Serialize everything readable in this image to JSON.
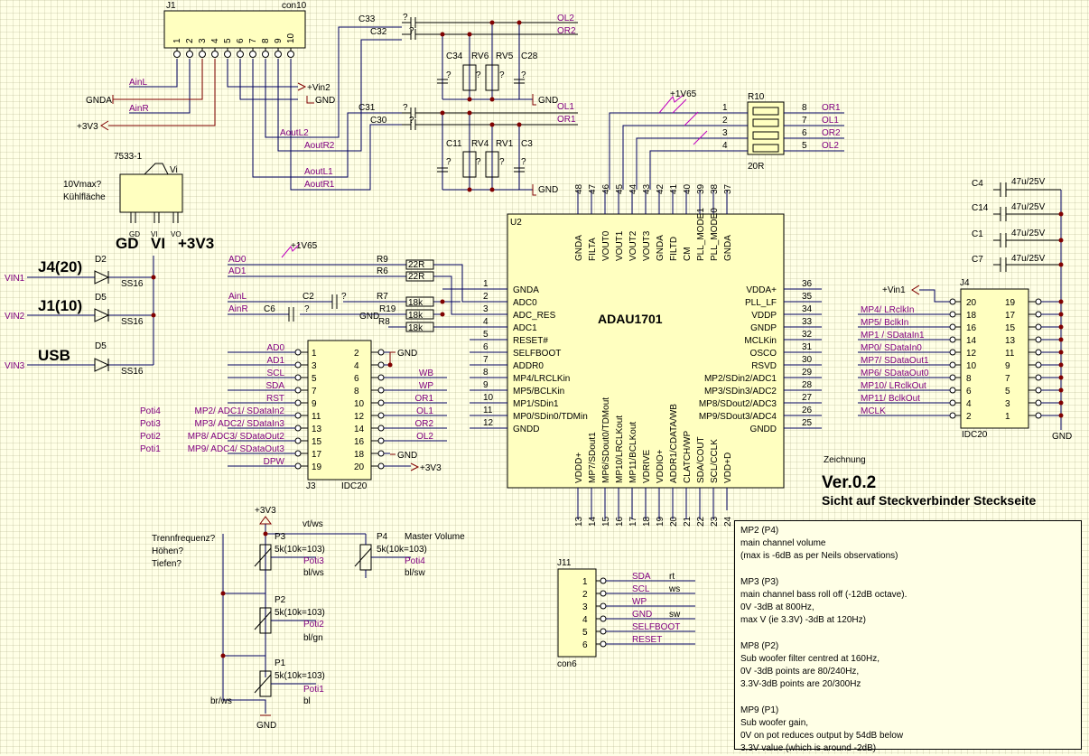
{
  "title": "Sicht auf Steckverbinder Steckseite",
  "version": "Ver.0.2",
  "drawing_label": "Zeichnung",
  "u2": {
    "ref": "U2",
    "name": "ADAU1701",
    "left_pins": [
      {
        "n": "1",
        "name": "GNDA"
      },
      {
        "n": "2",
        "name": "ADC0"
      },
      {
        "n": "3",
        "name": "ADC_RES"
      },
      {
        "n": "4",
        "name": "ADC1"
      },
      {
        "n": "5",
        "name": "RESET#"
      },
      {
        "n": "6",
        "name": "SELFBOOT"
      },
      {
        "n": "7",
        "name": "ADDR0"
      },
      {
        "n": "8",
        "name": "MP4/LRCLKin"
      },
      {
        "n": "9",
        "name": "MP5/BCLKin"
      },
      {
        "n": "10",
        "name": "MP1/SDin1"
      },
      {
        "n": "11",
        "name": "MP0/SDin0/TDMin"
      },
      {
        "n": "12",
        "name": "GNDD"
      }
    ],
    "right_pins": [
      {
        "n": "36",
        "name": "VDDA+"
      },
      {
        "n": "35",
        "name": "PLL_LF"
      },
      {
        "n": "34",
        "name": "VDDP"
      },
      {
        "n": "33",
        "name": "GNDP"
      },
      {
        "n": "32",
        "name": "MCLKin"
      },
      {
        "n": "31",
        "name": "OSCO"
      },
      {
        "n": "30",
        "name": "RSVD"
      },
      {
        "n": "29",
        "name": "MP2/SDin2/ADC1"
      },
      {
        "n": "28",
        "name": "MP3/SDin3/ADC2"
      },
      {
        "n": "27",
        "name": "MP8/SDout2/ADC3"
      },
      {
        "n": "26",
        "name": "MP9/SDout3/ADC4"
      },
      {
        "n": "25",
        "name": "GNDD"
      }
    ],
    "top_pins": [
      {
        "n": "48",
        "name": "GNDA"
      },
      {
        "n": "47",
        "name": "FILTA"
      },
      {
        "n": "46",
        "name": "VOUT0"
      },
      {
        "n": "45",
        "name": "VOUT1"
      },
      {
        "n": "44",
        "name": "VOUT2"
      },
      {
        "n": "43",
        "name": "VOUT3"
      },
      {
        "n": "42",
        "name": "GNDA"
      },
      {
        "n": "41",
        "name": "FILTD"
      },
      {
        "n": "40",
        "name": "CM"
      },
      {
        "n": "39",
        "name": "PLL_MODE1"
      },
      {
        "n": "38",
        "name": "PLL_MODE0"
      },
      {
        "n": "37",
        "name": "GNDA"
      }
    ],
    "bottom_pins": [
      {
        "n": "13",
        "name": "VDDD+"
      },
      {
        "n": "14",
        "name": "MP7/SDout1"
      },
      {
        "n": "15",
        "name": "MP6/SDout0/TDMout"
      },
      {
        "n": "16",
        "name": "MP10/LRCLKout"
      },
      {
        "n": "17",
        "name": "MP11/BCLKout"
      },
      {
        "n": "18",
        "name": "VDRIVE"
      },
      {
        "n": "19",
        "name": "VDDIO+"
      },
      {
        "n": "20",
        "name": "ADDR1/CDATA/WB"
      },
      {
        "n": "21",
        "name": "CLATCH/WP"
      },
      {
        "n": "22",
        "name": "SDA/COUT"
      },
      {
        "n": "23",
        "name": "SCL/CCLK"
      },
      {
        "n": "24",
        "name": "VDD+D"
      }
    ]
  },
  "j1": {
    "ref": "J1",
    "part": "con10",
    "pins": [
      "1",
      "2",
      "3",
      "4",
      "5",
      "6",
      "7",
      "8",
      "9",
      "10"
    ],
    "nets": [
      "AinL",
      "AinR",
      "AoutL2",
      "AoutR2",
      "AoutL1",
      "AoutR1"
    ]
  },
  "j4": {
    "ref": "J4",
    "part": "IDC20",
    "left_nums": [
      "20",
      "18",
      "16",
      "14",
      "12",
      "10",
      "8",
      "6",
      "4",
      "2"
    ],
    "right_nums": [
      "19",
      "17",
      "15",
      "13",
      "11",
      "9",
      "7",
      "5",
      "3",
      "1"
    ],
    "labels": [
      "MP4/ LRclkIn",
      "MP5/ BclkIn",
      "MP1 / SDataIn1",
      "MP0/ SDataIn0",
      "MP7/ SDataOut1",
      "MP6/ SDataOut0",
      "MP10/ LRclkOut",
      "MP11/ BclkOut",
      "MCLK"
    ]
  },
  "j3": {
    "ref": "J3",
    "part": "IDC20",
    "left_nums": [
      "1",
      "3",
      "5",
      "7",
      "9",
      "11",
      "13",
      "15",
      "17",
      "19"
    ],
    "right_nums": [
      "2",
      "4",
      "6",
      "8",
      "10",
      "12",
      "14",
      "16",
      "18",
      "20"
    ],
    "left_labels": [
      "AD0",
      "AD1",
      "SCL",
      "SDA",
      "RST",
      "MP2/ ADC1/ SDataIn2",
      "MP3/ ADC2/ SDataIn3",
      "MP8/ ADC3/ SDataOut2",
      "MP9/ ADC4/ SDataOut3",
      "DPW"
    ],
    "poti_labels": [
      "Poti4",
      "Poti3",
      "Poti2",
      "Poti1"
    ],
    "right_labels": [
      "WB",
      "WP",
      "OR1",
      "OL1",
      "OR2",
      "OL2"
    ]
  },
  "j11": {
    "ref": "J11",
    "part": "con6",
    "pins": [
      "1",
      "2",
      "3",
      "4",
      "5",
      "6"
    ],
    "labels": [
      "SDA",
      "SCL",
      "WP",
      "GND",
      "SELFBOOT",
      "RESET"
    ],
    "colors": [
      "rt",
      "ws",
      "",
      "sw",
      "",
      ""
    ]
  },
  "r10": {
    "ref": "R10",
    "value": "20R",
    "left": [
      "1",
      "2",
      "3",
      "4"
    ],
    "right": [
      "8",
      "7",
      "6",
      "5"
    ],
    "nets": [
      "OR1",
      "OL1",
      "OR2",
      "OL2"
    ]
  },
  "caps_top": [
    "C33",
    "C32",
    "C34",
    "RV6",
    "RV5",
    "C28"
  ],
  "caps_mid": [
    "C31",
    "C30",
    "C11",
    "RV4",
    "RV1",
    "C3"
  ],
  "caps_right": [
    "C4",
    "C14",
    "C1",
    "C7"
  ],
  "cap_value": "47u/25V",
  "q": "?",
  "outs_top": [
    "OL2",
    "OR2",
    "OL1",
    "OR1"
  ],
  "resistors": {
    "r9": "R9",
    "r6": "R6",
    "v22": "22R",
    "r7": "R7",
    "r19": "R19",
    "r8": "R8",
    "v18": "18k",
    "c2": "C2",
    "c6": "C6"
  },
  "nets": {
    "ad0": "AD0",
    "ad1": "AD1",
    "ainl": "AinL",
    "ainr": "AinR",
    "gnda": "GNDA",
    "gnd": "GND",
    "v33": "+3V3",
    "vin2": "+Vin2",
    "vin1": "+Vin1",
    "v165": "+1V65"
  },
  "regulator": {
    "part": "7533-1",
    "vi": "Vi",
    "note1": "10Vmax?",
    "note2": "Kühlfläche",
    "gd": "GD",
    "vi2": "VI",
    "vo": "VO",
    "big_gd": "GD",
    "big_vi": "VI",
    "big_v33": "+3V3"
  },
  "diodes": [
    {
      "ref": "D2",
      "val": "SS16",
      "net": "VIN1",
      "label": "J4(20)"
    },
    {
      "ref": "D5",
      "val": "SS16",
      "net": "VIN2",
      "label": "J1(10)"
    },
    {
      "ref": "D5",
      "val": "SS16",
      "net": "VIN3",
      "label": "USB"
    }
  ],
  "pots": {
    "p3": {
      "ref": "P3",
      "val": "5k(10k=103)",
      "net": "Poti3",
      "wire": "bl/ws"
    },
    "p4": {
      "ref": "P4",
      "val": "5k(10k=103)",
      "net": "Poti4",
      "wire": "bl/sw"
    },
    "p2": {
      "ref": "P2",
      "val": "5k(10k=103)",
      "net": "Poti2",
      "wire": "bl/gn"
    },
    "p1": {
      "ref": "P1",
      "val": "5k(10k=103)",
      "net": "Poti1",
      "wire": "bl"
    },
    "top_wire": "vt/ws",
    "bottom_wire": "br/ws",
    "master": "Master Volume",
    "q1": "Trennfrequenz?",
    "q2": "Höhen?",
    "q3": "Tiefen?"
  },
  "notes": [
    [
      "MP2 (P4)",
      "main channel volume",
      "(max is -6dB as per Neils observations)"
    ],
    [
      "MP3 (P3)",
      "main channel bass roll off (-12dB octave).",
      "0V -3dB at 800Hz,",
      "max V (ie 3.3V) -3dB at 120Hz)"
    ],
    [
      "MP8 (P2)",
      "Sub woofer filter centred at 160Hz,",
      "0V -3dB points are 80/240Hz,",
      "3.3V-3dB points are 20/300Hz"
    ],
    [
      "MP9 (P1)",
      "Sub woofer gain,",
      "0V on pot reduces output by 54dB below",
      "3.3V value (which is around -2dB)"
    ]
  ]
}
